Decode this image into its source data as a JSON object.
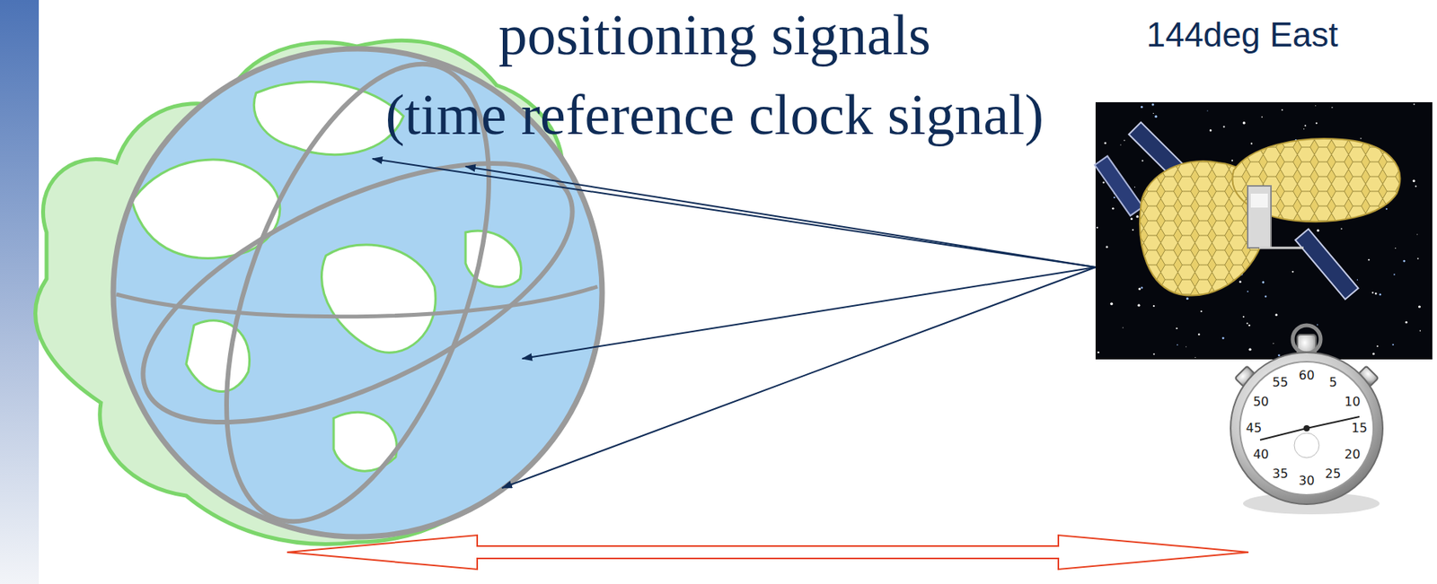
{
  "diagram": {
    "labels": [
      "positioning signals",
      "(time reference clock signal)",
      "144deg East",
      "60",
      "5",
      "10",
      "15",
      "20",
      "25",
      "30",
      "35",
      "40",
      "45",
      "50",
      "55"
    ]
  }
}
